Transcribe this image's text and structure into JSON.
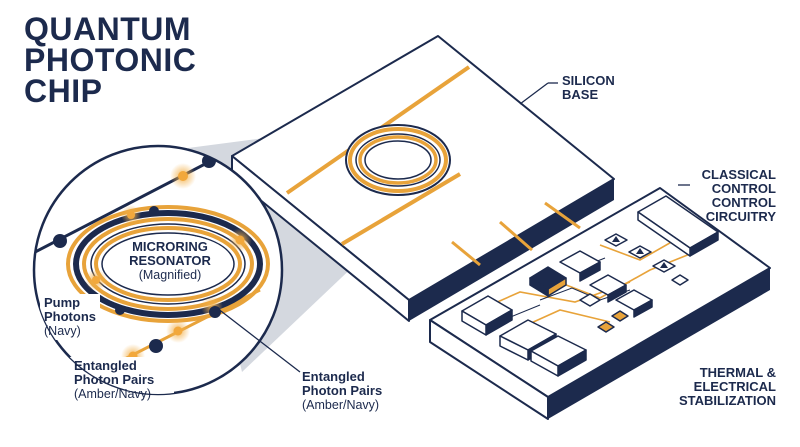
{
  "title": {
    "line1": "QUANTUM",
    "line2": "PHOTONIC",
    "line3": "CHIP"
  },
  "labels": {
    "silicon_base": {
      "line1": "SILICON",
      "line2": "BASE"
    },
    "classical_control": {
      "line1": "CLASSICAL",
      "line2": "CONTROL",
      "line3": "CONTROL",
      "line4": "CIRCUITRY"
    },
    "thermal": {
      "line1": "THERMAL &",
      "line2": "ELECTRICAL",
      "line3": "STABILIZATION"
    },
    "microring": {
      "line1": "MICRORING",
      "line2": "RESONATOR",
      "sub": "(Magnified)"
    },
    "pump": {
      "line1": "Pump",
      "line2": "Photons",
      "sub": "(Navy)"
    },
    "entangled_inner": {
      "line1": "Entangled",
      "line2": "Photon Pairs",
      "sub": "(Amber/Navy)"
    },
    "entangled_outer": {
      "line1": "Entangled",
      "line2": "Photon Pairs",
      "sub": "(Amber/Navy)"
    }
  },
  "colors": {
    "navy": "#1c2a4d",
    "amber": "#e8a33a",
    "lens_fill": "#d4d8df",
    "surface": "#ffffff"
  }
}
